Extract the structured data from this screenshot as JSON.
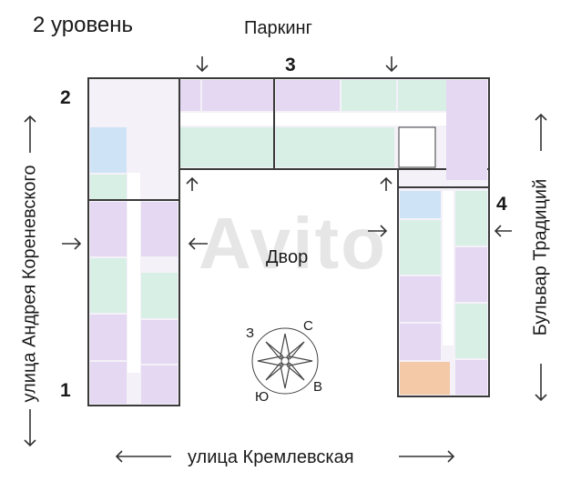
{
  "title": "2 уровень",
  "parking": "Паркинг",
  "yard": "Двор",
  "street_bottom": "улица Кремлевская",
  "street_left": "улица Андрея Кореневского",
  "street_right": "Бульвар Традиций",
  "section_numbers": [
    "1",
    "2",
    "3",
    "4"
  ],
  "compass": {
    "north": "С",
    "south": "Ю",
    "east": "В",
    "west": "З"
  },
  "watermark": "Avito",
  "colors": {
    "wall": "#3a3a3a",
    "corridor": "#ffffff",
    "apt_purple": "#e4d8f2",
    "apt_green": "#d8efe6",
    "apt_blue": "#cfe3f7",
    "apt_orange": "#f4c9a8",
    "apt_gray": "#e6e6e6"
  },
  "icons": [
    "arrow-icon",
    "compass-rose-icon"
  ]
}
